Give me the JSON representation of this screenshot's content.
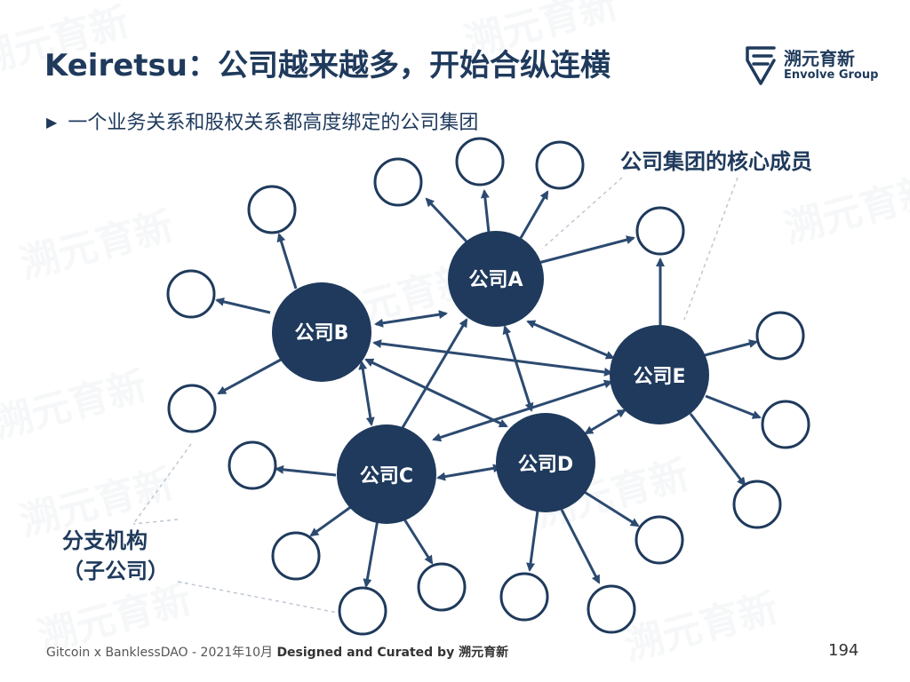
{
  "title": "Keiretsu：公司越来越多，开始合纵连横",
  "subtitle": "一个业务关系和股权关系都高度绑定的公司集团",
  "subtitle_bullet": "▶",
  "logo": {
    "name_cn": "溯元育新",
    "name_en": "Envolve Group",
    "icon": "envolve-logo-icon"
  },
  "labels": {
    "core_members": "公司集团的核心成员",
    "branches_line1": "分支机构",
    "branches_line2": "（子公司）"
  },
  "companies": [
    {
      "id": "A",
      "label": "公司A"
    },
    {
      "id": "B",
      "label": "公司B"
    },
    {
      "id": "C",
      "label": "公司C"
    },
    {
      "id": "D",
      "label": "公司D"
    },
    {
      "id": "E",
      "label": "公司E"
    }
  ],
  "footer": {
    "prefix": "Gitcoin x BanklessDAO - 2021年10月 ",
    "bold": "Designed and Curated by ",
    "brand": "溯元育新"
  },
  "page_number": "194",
  "colors": {
    "primary": "#1f3a5c",
    "node_fill": "#1f3a5c",
    "edge": "#2c4a70"
  }
}
